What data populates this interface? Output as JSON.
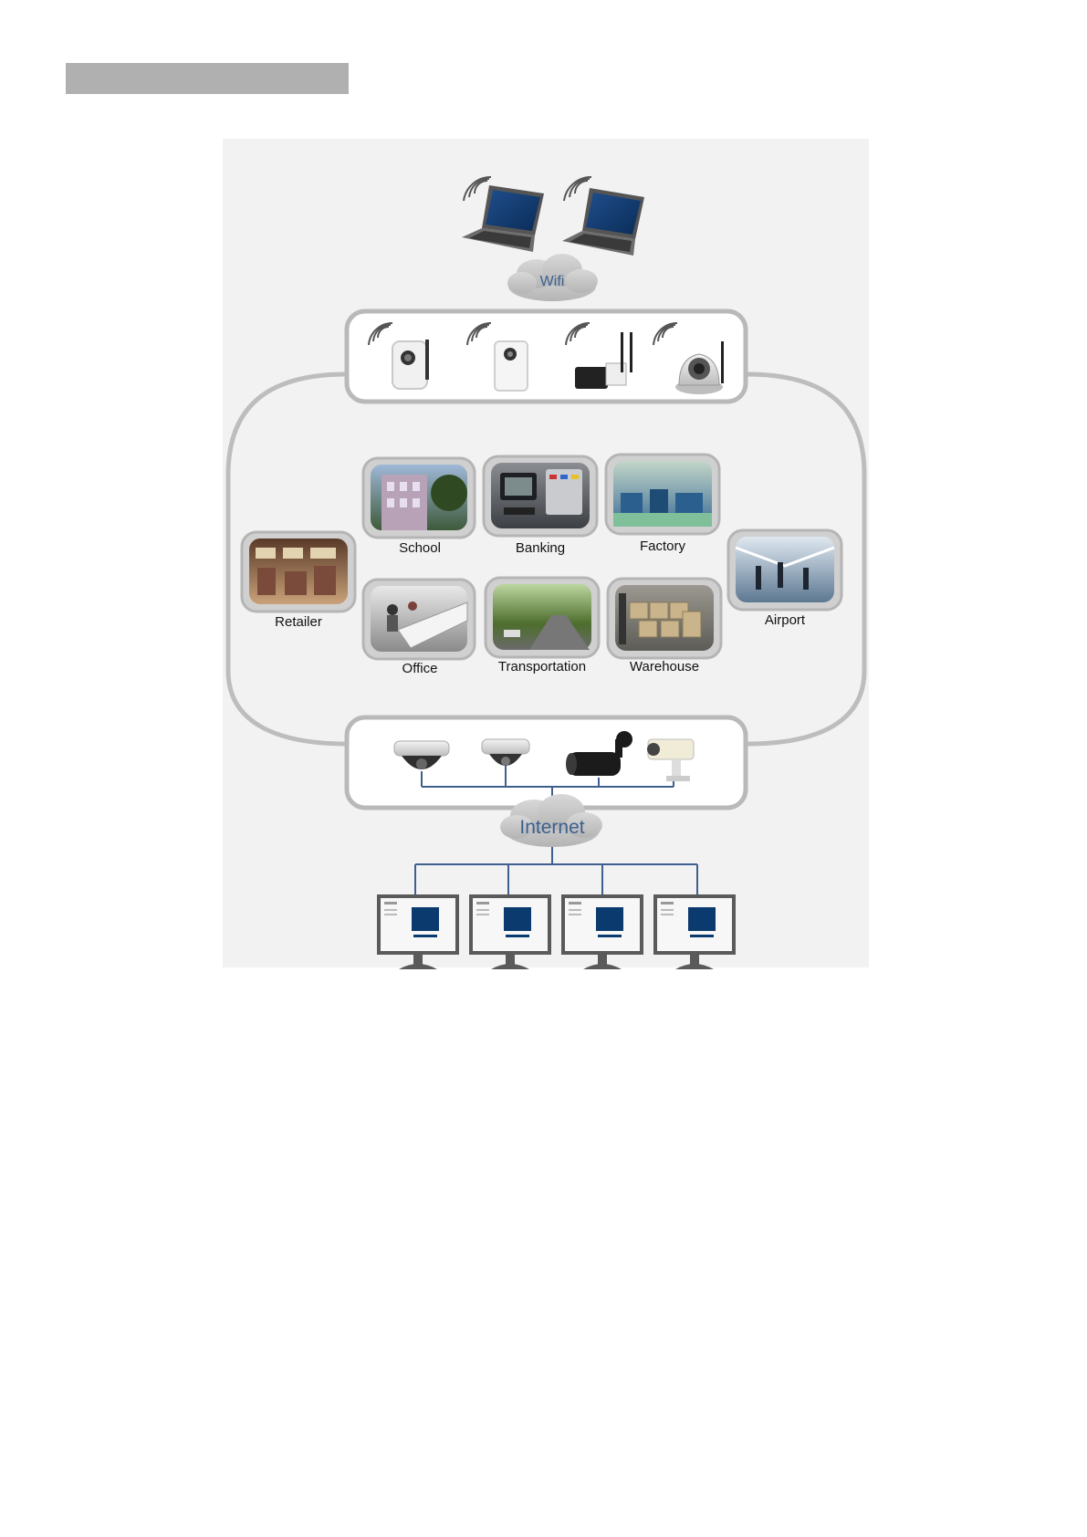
{
  "network": {
    "wifi_label": "Wifi",
    "internet_label": "Internet"
  },
  "scenes": {
    "school": "School",
    "banking": "Banking",
    "factory": "Factory",
    "retailer": "Retailer",
    "airport": "Airport",
    "office": "Office",
    "transportation": "Transportation",
    "warehouse": "Warehouse"
  },
  "colors": {
    "frame_border": "#b9b9b9",
    "link_line": "#3f5f8f",
    "screen_blue": "#0b3a6e",
    "cloud": "#c8c8c8"
  }
}
